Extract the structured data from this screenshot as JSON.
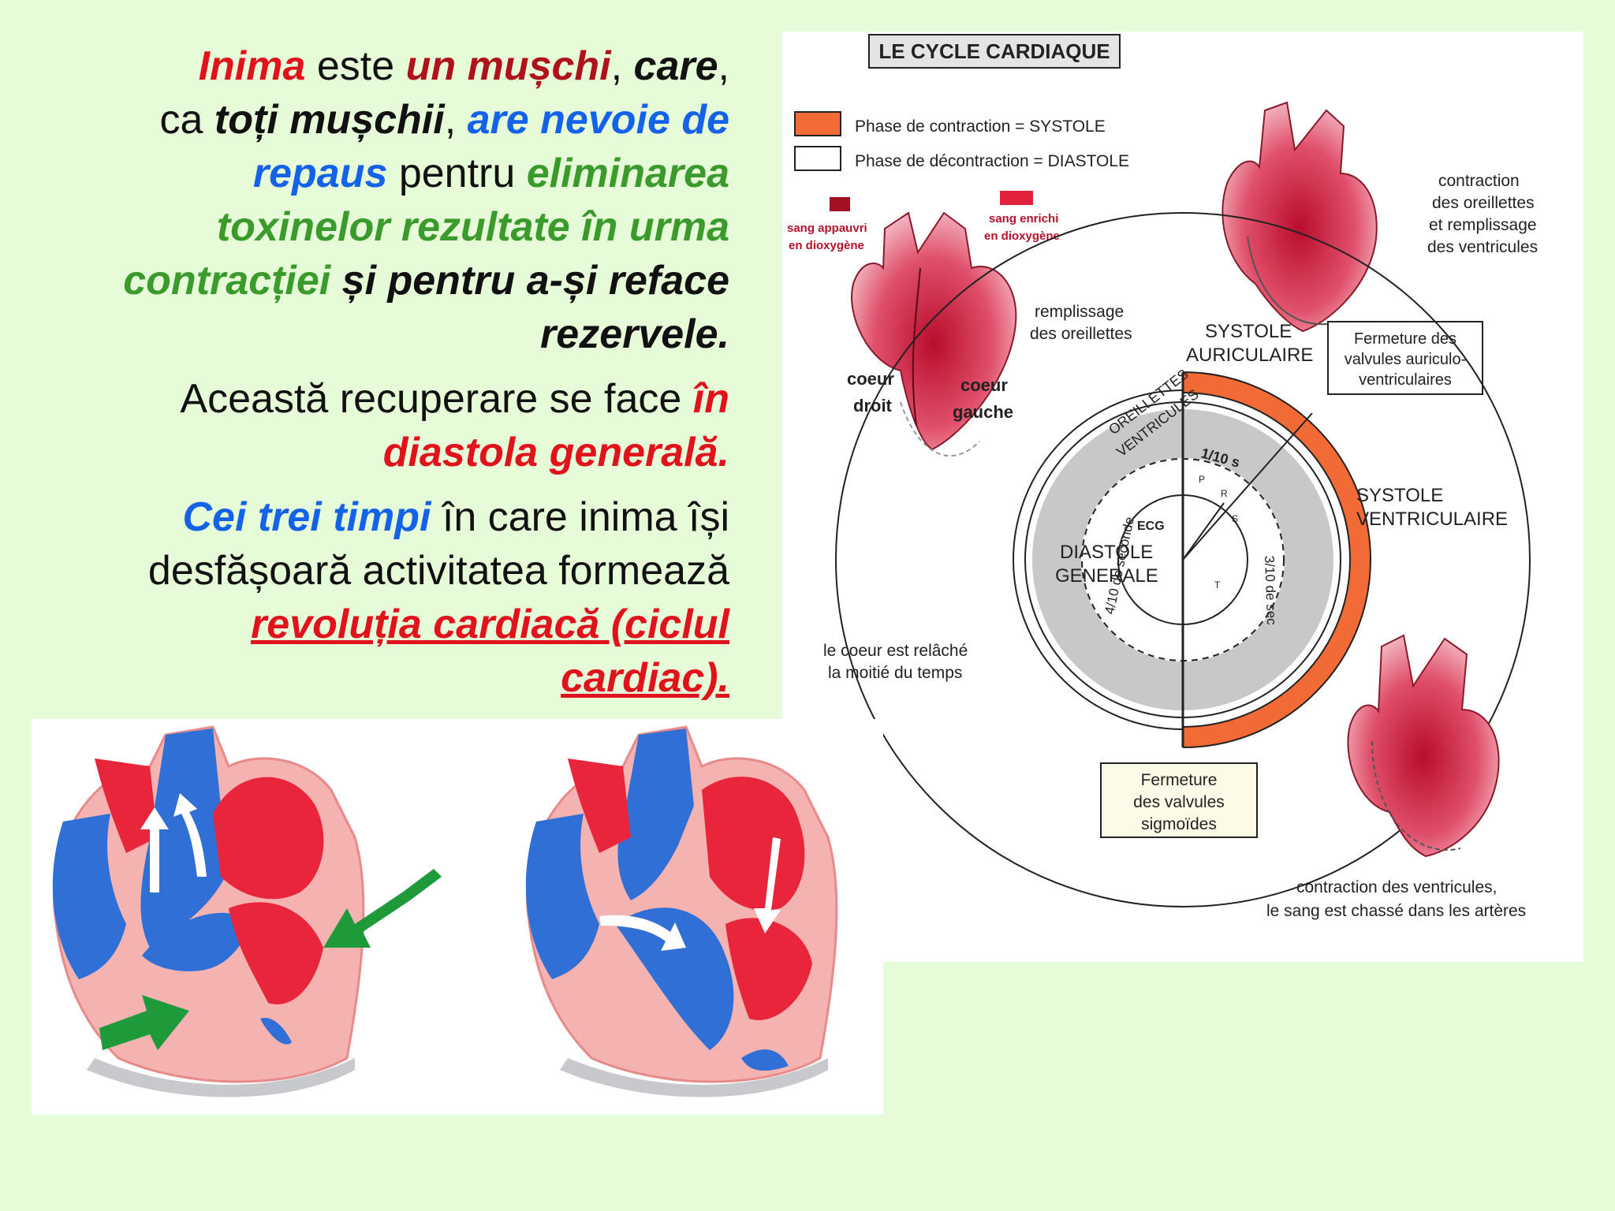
{
  "text": {
    "p1": {
      "s1": "Inima",
      "s2": " este ",
      "s3": "un mușchi",
      "s4": ", ",
      "s5": "care",
      "s6": ",",
      "s7": "ca ",
      "s8": "toți mușchii",
      "s9": ", ",
      "s10": "are nevoie de",
      "s11": "repaus",
      "s12": " pentru ",
      "s13": "eliminarea",
      "s14": "toxinelor rezultate în urma",
      "s15": "contracției",
      "s16": " și pentru a-și reface",
      "s17": "rezervele. "
    },
    "p2": {
      "s1": "Această recuperare se face ",
      "s2": "în",
      "s3": "diastola generală."
    },
    "p3": {
      "s1": "Cei trei timpi",
      "s2": " în care inima  își",
      "s3": "desfășoară activitatea formează",
      "s4": "revoluția cardiacă (ciclul",
      "s5": "cardiac). "
    }
  },
  "diagram": {
    "title": "LE CYCLE CARDIAQUE",
    "legend_systole": "Phase de contraction = SYSTOLE",
    "legend_diastole": "Phase de décontraction = DIASTOLE",
    "legend_systole_color": "#f26a35",
    "sang_appauvri_1": "sang appauvri",
    "sang_appauvri_2": "en dioxygène",
    "sang_enrichi_1": "sang enrichi",
    "sang_enrichi_2": "en dioxygène",
    "remplissage_1": "remplissage",
    "remplissage_2": "des oreillettes",
    "coeur_droit_1": "coeur",
    "coeur_droit_2": "droit",
    "coeur_gauche_1": "coeur",
    "coeur_gauche_2": "gauche",
    "contraction_or_1": "contraction",
    "contraction_or_2": "des oreillettes",
    "contraction_or_3": "et remplissage",
    "contraction_or_4": "des ventricules",
    "systole_aur_1": "SYSTOLE",
    "systole_aur_2": "AURICULAIRE",
    "fermeture_av_1": "Fermeture des",
    "fermeture_av_2": "valvules auriculo-",
    "fermeture_av_3": "ventriculaires",
    "oreillettes": "OREILLETTES",
    "ventricules": "VENTRICULES",
    "t_tenth": "1/10 s",
    "t_four": "4/10 de seconde",
    "t_three": "3/10 de sec",
    "ecg": "ECG",
    "p_wave": "P",
    "qrs_r": "R",
    "qrs_s": "S",
    "t_wave": "T",
    "systole_vent_1": "SYSTOLE",
    "systole_vent_2": "VENTRICULAIRE",
    "diastole_gen_1": "DIASTOLE",
    "diastole_gen_2": "GENERALE",
    "relache_1": "le coeur est relâché",
    "relache_2": "la moitié du temps",
    "fermeture_sig_1": "Fermeture",
    "fermeture_sig_2": "des valvules",
    "fermeture_sig_3": "sigmoïdes",
    "contraction_v_1": "contraction des ventricules,",
    "contraction_v_2": "le sang est chassé dans les artères"
  },
  "colors": {
    "background": "#e6fbd7",
    "red_text": "#e0121b",
    "blue_text": "#1462e8",
    "green_text": "#3a9a2c",
    "heart_red": "#e8253a",
    "heart_blue": "#2f6fd6",
    "heart_wall": "#f4b3b0",
    "arrow_green": "#1f9a3b"
  }
}
